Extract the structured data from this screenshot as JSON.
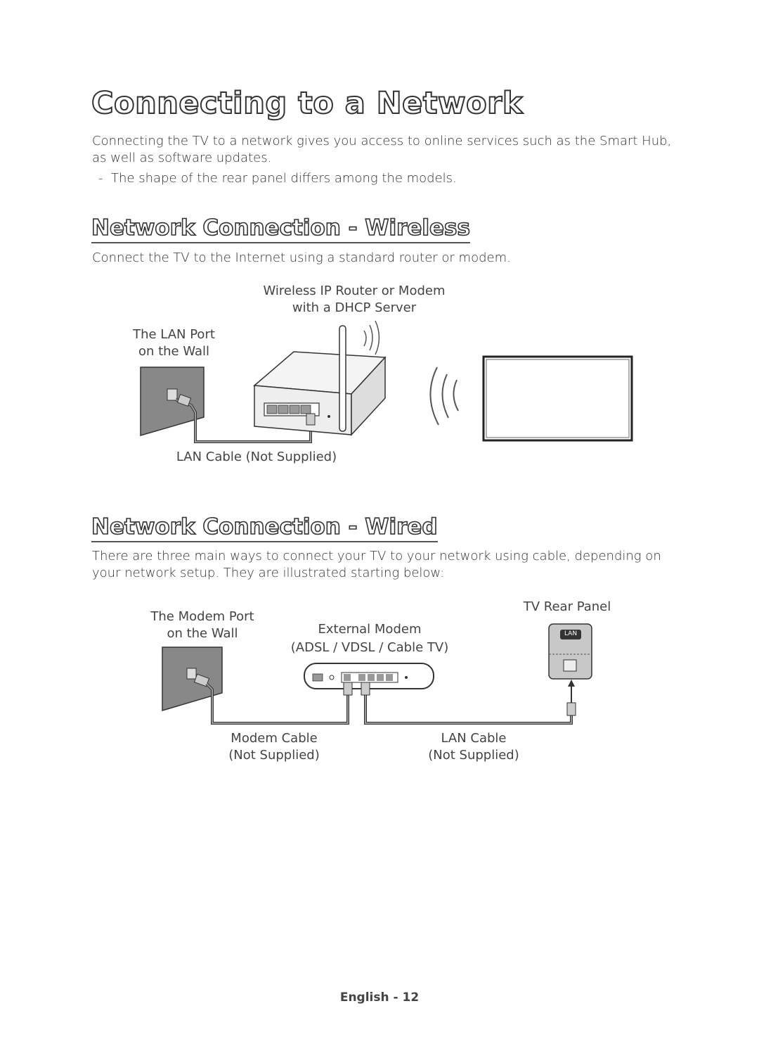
{
  "title": "Connecting to a Network",
  "intro": "Connecting the TV to a network gives you access to online services such as the Smart Hub, as well as software updates.",
  "note": "The shape of the rear panel differs among the models.",
  "wireless": {
    "heading": "Network Connection - Wireless",
    "description": "Connect the TV to the Internet using a standard router or modem.",
    "router_label_1": "Wireless IP Router or Modem",
    "router_label_2": "with a DHCP Server",
    "wall_label_1": "The LAN Port",
    "wall_label_2": "on the Wall",
    "cable_label": "LAN Cable (Not Supplied)"
  },
  "wired": {
    "heading": "Network Connection - Wired",
    "description_1": "There are three main ways to connect your TV to your network using cable, depending on",
    "description_2": "your network setup. They are illustrated starting below:",
    "wall_label_1": "The Modem Port",
    "wall_label_2": "on the Wall",
    "modem_label_1": "External Modem",
    "modem_label_2": "(ADSL / VDSL / Cable TV)",
    "tv_panel_label": "TV Rear Panel",
    "lan_badge": "LAN",
    "modem_cable_1": "Modem Cable",
    "modem_cable_2": "(Not Supplied)",
    "lan_cable_1": "LAN Cable",
    "lan_cable_2": "(Not Supplied)"
  },
  "footer": "English - 12"
}
